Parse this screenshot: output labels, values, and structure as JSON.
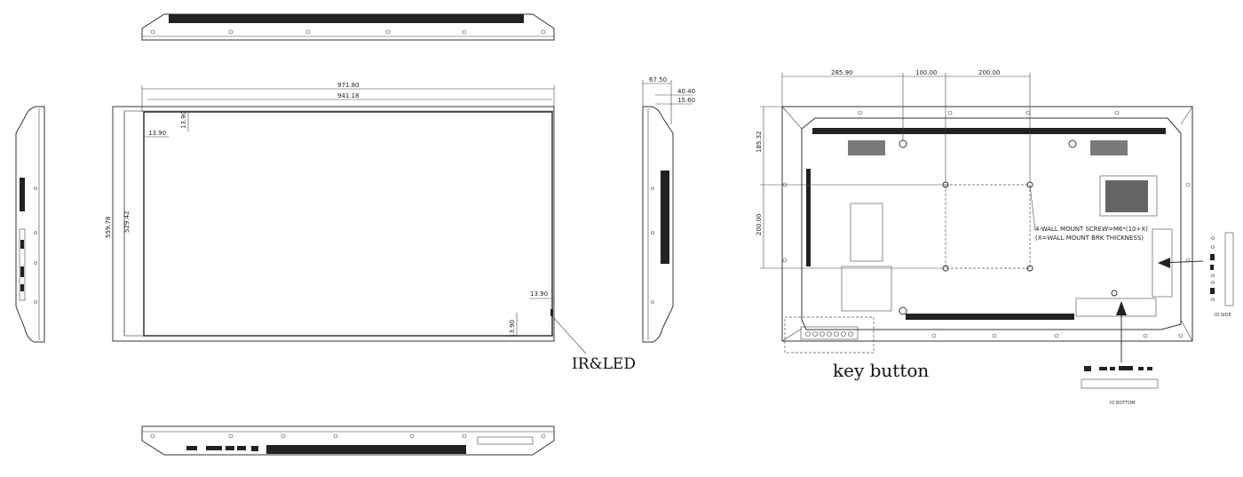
{
  "front_view": {
    "dims": {
      "overall_width": "971.80",
      "active_width": "941.18",
      "overall_height": "559.78",
      "active_height": "529.42",
      "bezel_top": "13.90",
      "bezel_left": "13.90",
      "bezel_right": "13.90",
      "bezel_bottom": "13.90"
    },
    "ir_label": "IR&LED"
  },
  "side_view": {
    "dims": {
      "depth_total": "67.50",
      "depth_body": "40.40",
      "depth_front": "15.60"
    }
  },
  "rear_view": {
    "dims": {
      "offset_left": "285.90",
      "vesa_gap_a": "100.00",
      "vesa_gap_b": "200.00",
      "offset_top": "185.32",
      "vesa_height": "200.00"
    },
    "wall_mount_note_1": "4-WALL MOUNT SCREW=M6*(10+X)",
    "wall_mount_note_2": "(X=WALL MOUNT BRK THICKNESS)",
    "key_button_label": "key button",
    "io_side_label": "IO SIDE",
    "io_bottom_label": "IO BOTTOM"
  }
}
